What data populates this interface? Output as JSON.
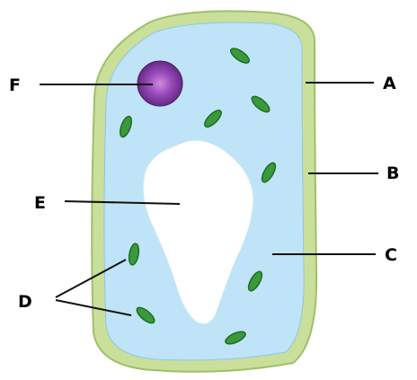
{
  "labels": {
    "a": "A",
    "b": "B",
    "c": "C",
    "d": "D",
    "e": "E",
    "f": "F"
  },
  "colors": {
    "cell_wall": "#c9df9a",
    "cell_wall_edge": "#9fc06a",
    "cytoplasm": "#bfe3f7",
    "cytoplasm_edge": "#8fc6e8",
    "vacuole": "#ffffff",
    "nucleus": "#7a3a9a",
    "chloroplast": "#3a9a3a",
    "chloroplast_edge": "#1f6b24"
  }
}
